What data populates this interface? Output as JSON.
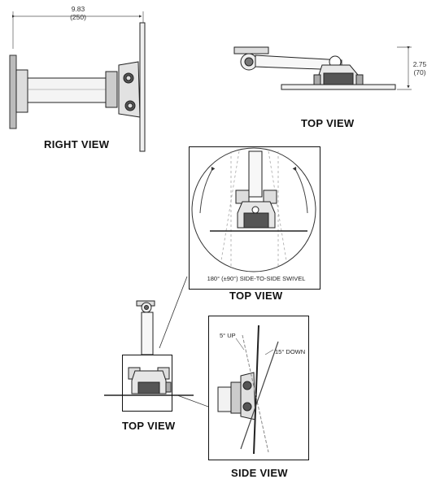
{
  "labels": {
    "right_view": "RIGHT VIEW",
    "top_view_1": "TOP VIEW",
    "top_view_2": "TOP VIEW",
    "top_view_3": "TOP VIEW",
    "side_view": "SIDE VIEW"
  },
  "dimensions": {
    "width_in": "9.83",
    "width_mm": "(250)",
    "height_in": "2.75",
    "height_mm": "(70)"
  },
  "annotations": {
    "swivel": "180° (±90°) SIDE-TO-SIDE SWIVEL",
    "tilt_up": "5° UP",
    "tilt_down": "15° DOWN"
  }
}
